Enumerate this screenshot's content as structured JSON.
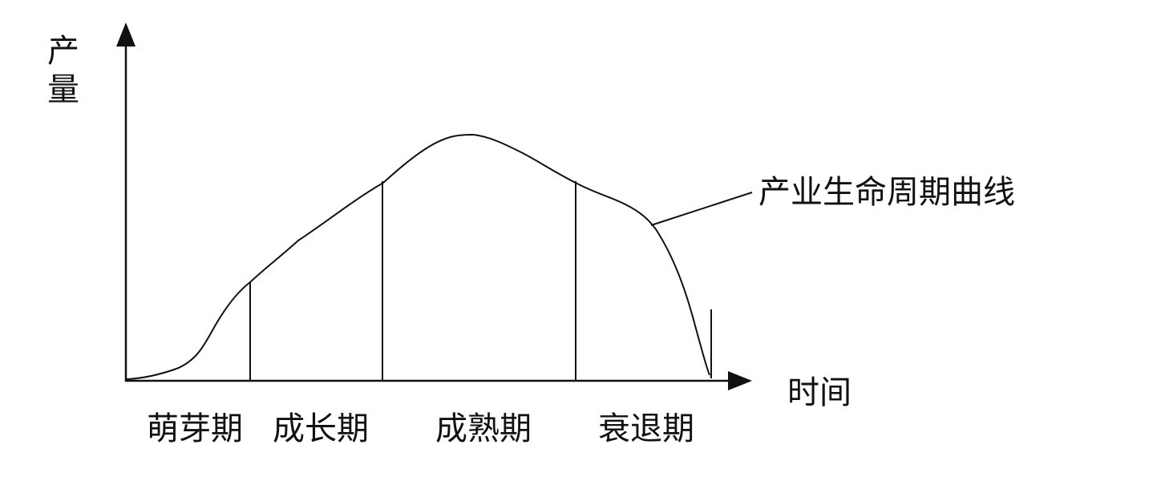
{
  "y_axis_label": "产量",
  "x_axis_label": "时间",
  "curve_label": "产业生命周期曲线",
  "stages": [
    "萌芽期",
    "成长期",
    "成熟期",
    "衰退期"
  ],
  "colors": {
    "line": "#111111",
    "background": "#ffffff"
  }
}
